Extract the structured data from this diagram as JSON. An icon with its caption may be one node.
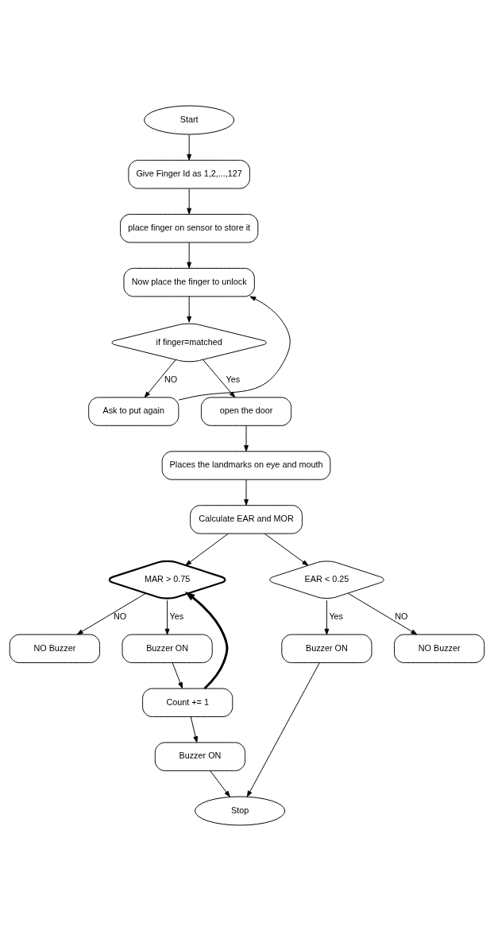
{
  "diagram": {
    "nodes": [
      {
        "text": [
          "Start"
        ]
      },
      {
        "text": [
          "Give Finger Id as 1,2,...,127"
        ]
      },
      {
        "text": [
          "place finger on sensor to store it"
        ]
      },
      {
        "text": [
          "Now place the finger to unlock"
        ]
      },
      {
        "text": [
          "if finger=matched"
        ]
      },
      {
        "text": [
          "Ask to put again"
        ]
      },
      {
        "text": [
          "open the door"
        ]
      },
      {
        "text": [
          "Places the landmarks on eye and mouth"
        ]
      },
      {
        "text": [
          "Calculate EAR and MOR"
        ]
      },
      {
        "text": [
          "MAR > 0.75"
        ]
      },
      {
        "text": [
          "EAR < 0.25"
        ]
      },
      {
        "text": [
          "NO Buzzer"
        ]
      },
      {
        "text": [
          "Buzzer ON"
        ]
      },
      {
        "text": [
          "Buzzer ON"
        ]
      },
      {
        "text": [
          "NO Buzzer"
        ]
      },
      {
        "text": [
          "Count += 1"
        ]
      },
      {
        "text": [
          "Buzzer ON"
        ]
      },
      {
        "text": [
          "Stop"
        ]
      }
    ],
    "edges": [
      {
        "from": 0,
        "to": 1,
        "arrow": "to"
      },
      {
        "from": 1,
        "to": 2,
        "arrow": "to"
      },
      {
        "from": 2,
        "to": 3,
        "arrow": "to"
      },
      {
        "from": 3,
        "to": 4,
        "arrow": "to"
      },
      {
        "from": 4,
        "to": 5,
        "arrow": "to",
        "label": "NO"
      },
      {
        "from": 4,
        "to": 6,
        "arrow": "to",
        "label": "Yes"
      },
      {
        "from": 5,
        "to": 3,
        "arrow": "to"
      },
      {
        "from": 6,
        "to": 7,
        "arrow": "to"
      },
      {
        "from": 7,
        "to": 8,
        "arrow": "to"
      },
      {
        "from": 8,
        "to": 9,
        "arrow": "to"
      },
      {
        "from": 8,
        "to": 10,
        "arrow": "to"
      },
      {
        "from": 9,
        "to": 11,
        "arrow": "to",
        "label": "NO"
      },
      {
        "from": 9,
        "to": 12,
        "arrow": "to",
        "label": "Yes"
      },
      {
        "from": 10,
        "to": 13,
        "arrow": "to",
        "label": "Yes"
      },
      {
        "from": 10,
        "to": 14,
        "arrow": "to",
        "label": "NO"
      },
      {
        "from": 12,
        "to": 15,
        "arrow": "to"
      },
      {
        "from": 15,
        "to": 9,
        "arrow": "to",
        "style": "thick"
      },
      {
        "from": 15,
        "to": 16,
        "arrow": "to"
      },
      {
        "from": 16,
        "to": 17,
        "arrow": "to"
      },
      {
        "from": 13,
        "to": 17,
        "arrow": "to"
      }
    ]
  }
}
